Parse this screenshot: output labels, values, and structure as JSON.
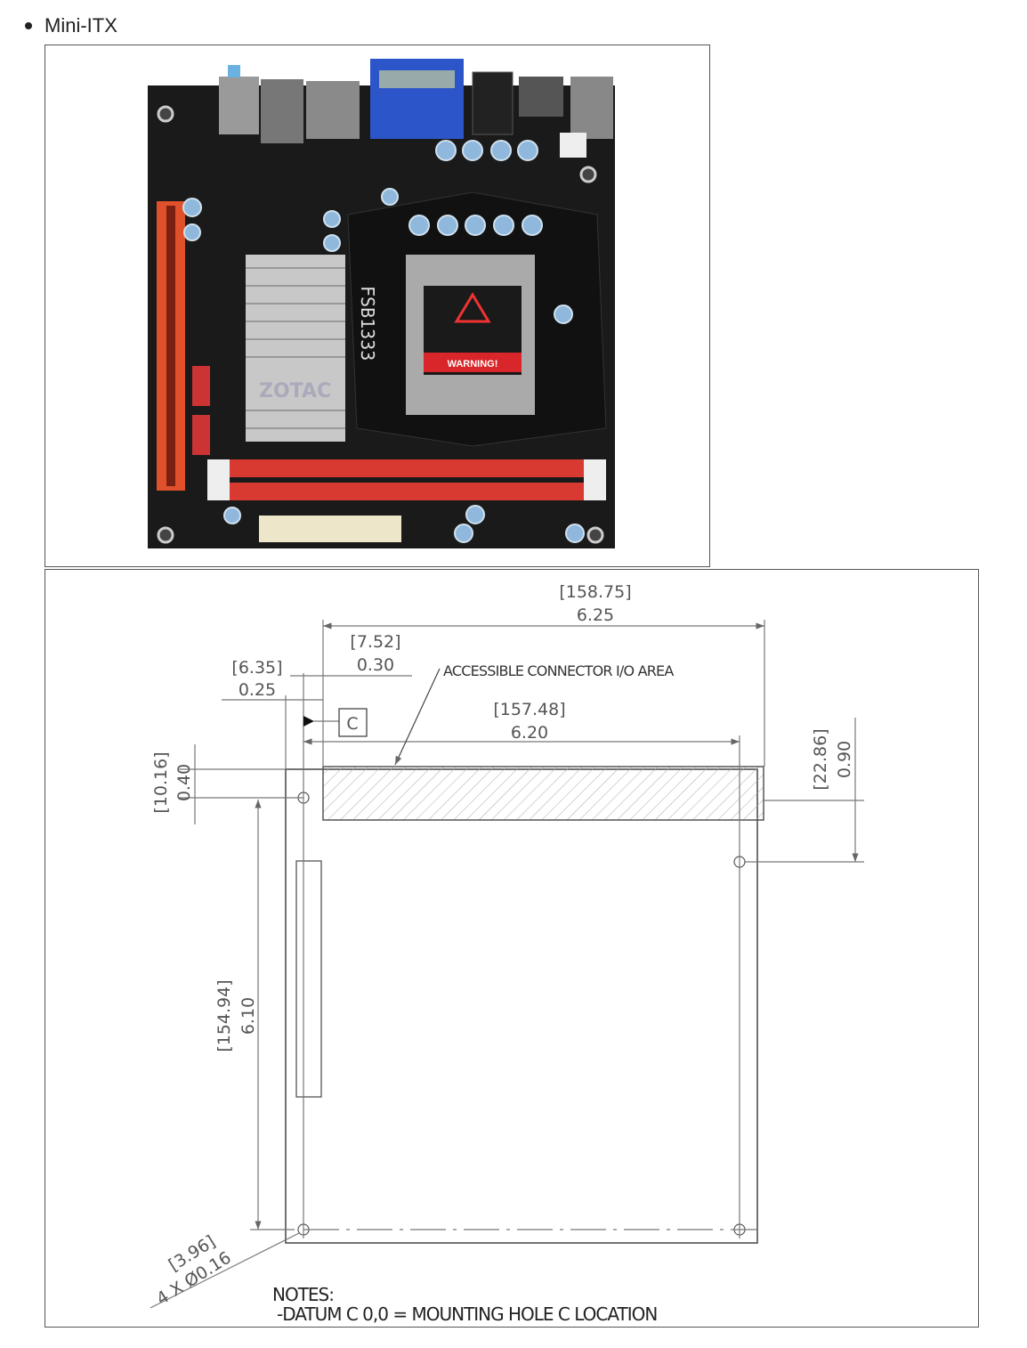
{
  "list_item": {
    "label": "Mini-ITX"
  },
  "photo": {
    "board_labels": {
      "fsb": "FSB1333",
      "warning": "WARNING!",
      "brand": "ZOTAC"
    }
  },
  "diagram": {
    "dim_overall": {
      "mm": "[158.75]",
      "in": "6.25"
    },
    "dim_io_offset": {
      "mm": "[7.52]",
      "in": "0.30"
    },
    "dim_hole_offset": {
      "mm": "[6.35]",
      "in": "0.25"
    },
    "dim_hole_span": {
      "mm": "[157.48]",
      "in": "6.20"
    },
    "dim_top_hole": {
      "mm": "[10.16]",
      "in": "0.40"
    },
    "dim_vertical_span": {
      "mm": "[154.94]",
      "in": "6.10"
    },
    "dim_right_hole": {
      "mm": "[22.86]",
      "in": "0.90"
    },
    "dim_hole_diameter": {
      "mm": "[3.96]",
      "in": "4 X Ø0.16"
    },
    "datum_label": "C",
    "io_area_label": "ACCESSIBLE CONNECTOR I/O AREA",
    "notes_title": "NOTES:",
    "notes_line": "-DATUM C 0,0 = MOUNTING HOLE C LOCATION"
  }
}
